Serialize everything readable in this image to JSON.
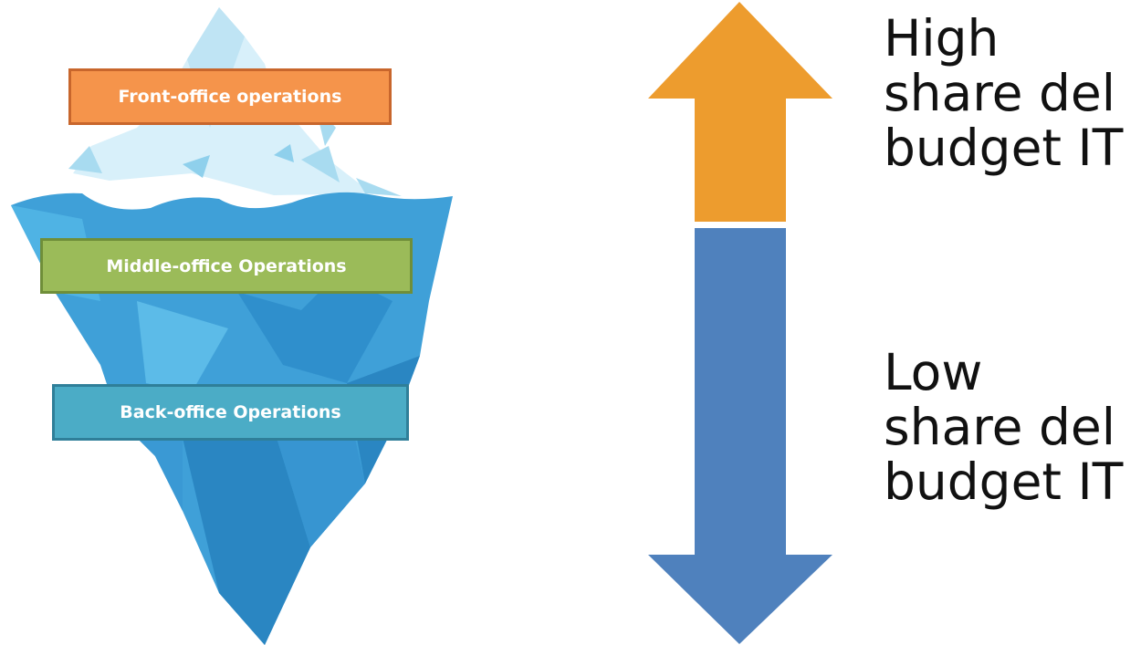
{
  "iceberg": {
    "labels": {
      "front": "Front-office operations",
      "middle": "Middle-office Operations",
      "back": "Back-office Operations"
    },
    "colors": {
      "front": "#f5944b",
      "middle": "#9bbb59",
      "back": "#4bacc6",
      "ice_top": "#c9ebf7",
      "ice_body": "#3fa0d8",
      "ice_dark": "#2a86c2"
    }
  },
  "arrow": {
    "colors": {
      "up": "#ed9c2e",
      "down": "#4f81bd"
    }
  },
  "high": {
    "line1": "High",
    "line2": "share del",
    "line3": "budget IT"
  },
  "low": {
    "line1": "Low",
    "line2": "share del",
    "line3": "budget IT"
  }
}
